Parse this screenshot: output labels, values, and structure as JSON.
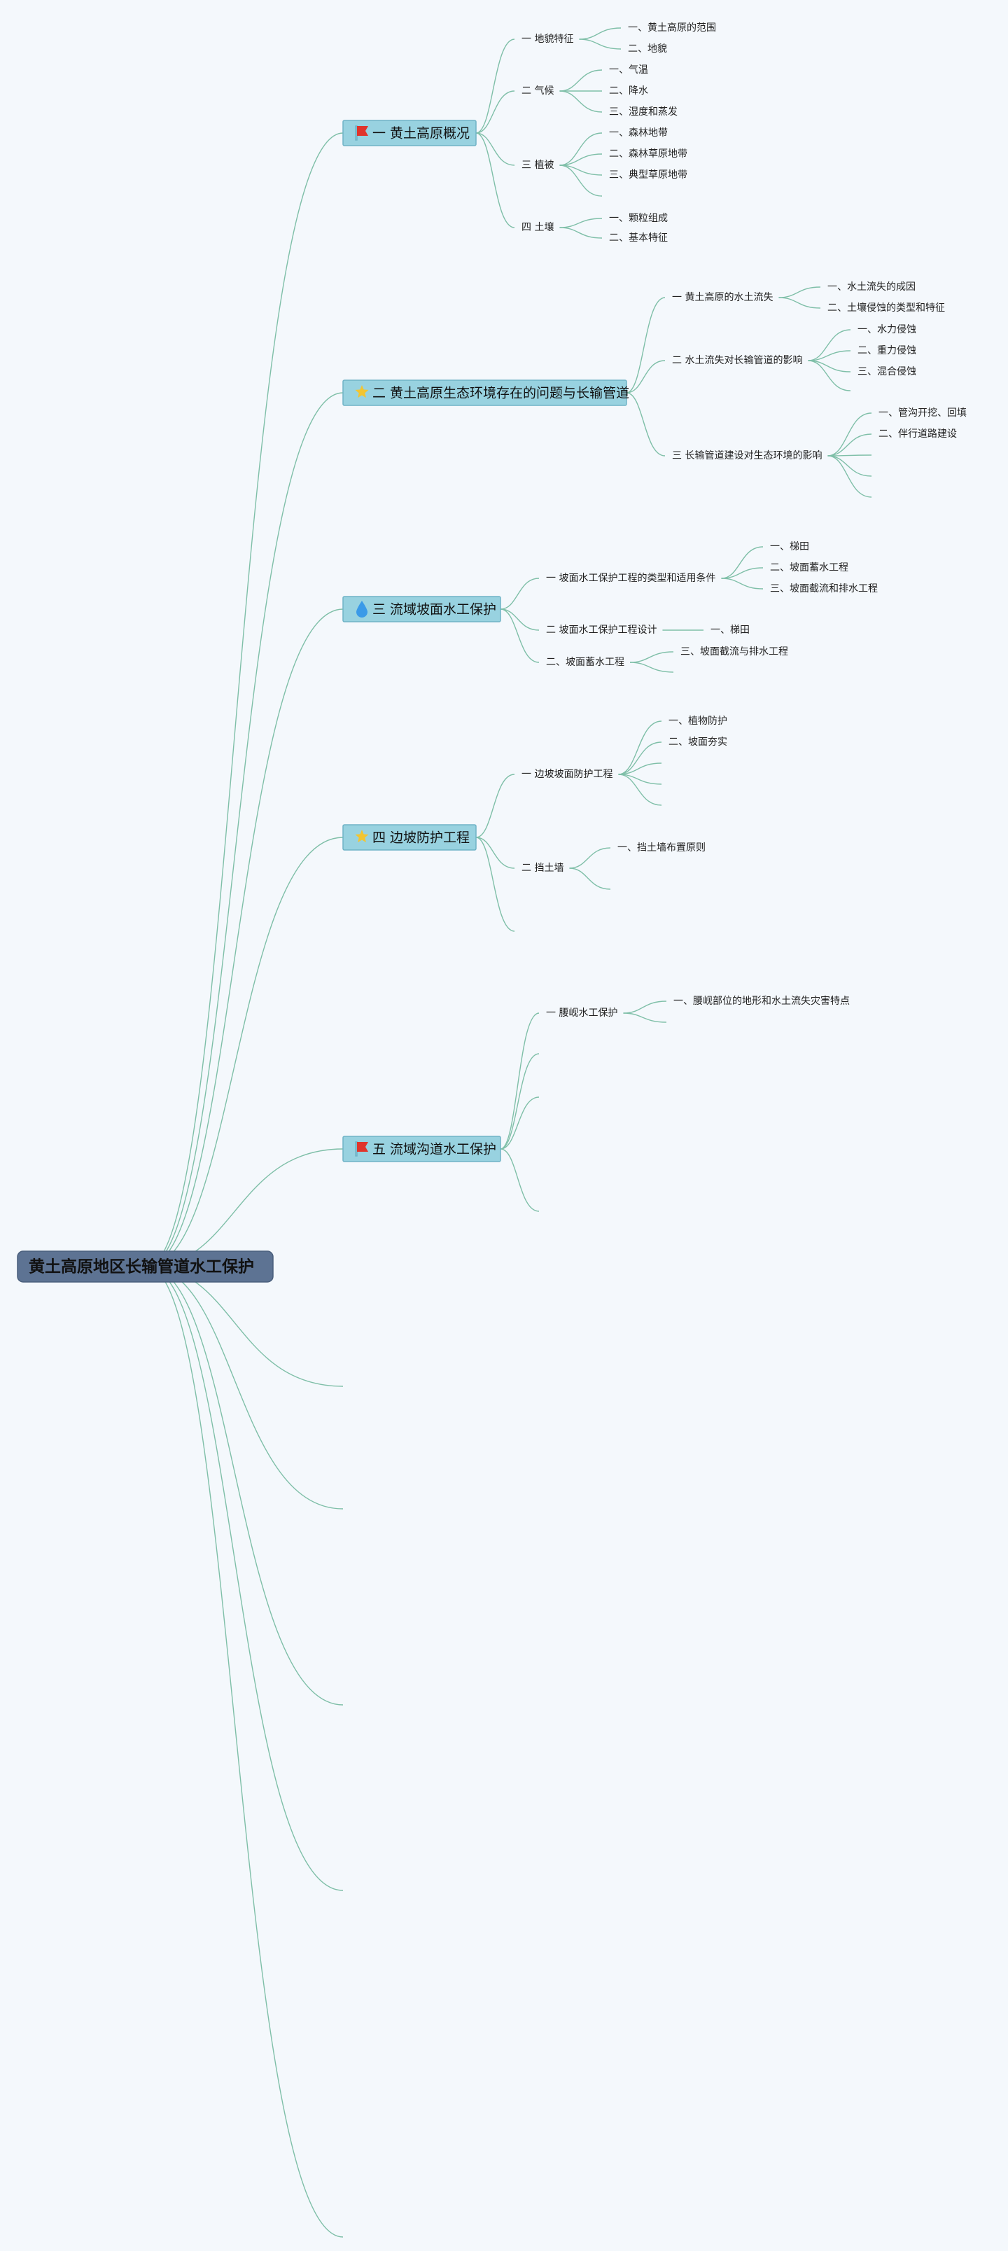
{
  "root": {
    "label": "黄土高原地区长输管道水工保护"
  },
  "icons": {
    "flag": "red-flag-icon",
    "star": "star-icon",
    "drop": "water-drop-icon",
    "flag_color": "#e0342b",
    "star_color": "#f2c531",
    "drop_color": "#3a9ae8"
  },
  "colors": {
    "background": "#f4f8fc",
    "link": "#7fbfa8",
    "root_fill": "#5d7393",
    "main_fill": "#98d2e0"
  },
  "topics": [
    {
      "label": "一 黄土高原概况",
      "icon": "flag",
      "children": [
        {
          "label": "一 地貌特征",
          "children": [
            "一、黄土高原的范围",
            "二、地貌"
          ]
        },
        {
          "label": "二 气候",
          "children": [
            "一、气温",
            "二、降水",
            "三、湿度和蒸发"
          ]
        },
        {
          "label": "三 植被",
          "children": [
            "一、森林地带",
            "二、森林草原地带",
            "三、典型草原地带",
            ""
          ]
        },
        {
          "label": "四 土壤",
          "children": [
            "一、颗粒组成",
            "二、基本特征"
          ]
        }
      ]
    },
    {
      "label": "二 黄土高原生态环境存在的问题与长输管道",
      "icon": "star",
      "children": [
        {
          "label": "一 黄土高原的水土流失",
          "children": [
            "一、水土流失的成因",
            "二、土壤侵蚀的类型和特征"
          ]
        },
        {
          "label": "二 水土流失对长输管道的影响",
          "children": [
            "一、水力侵蚀",
            "二、重力侵蚀",
            "三、混合侵蚀",
            ""
          ]
        },
        {
          "label": "三 长输管道建设对生态环境的影响",
          "children": [
            "一、管沟开挖、回填",
            "二、伴行道路建设",
            "",
            "",
            ""
          ]
        }
      ]
    },
    {
      "label": "三 流域坡面水工保护",
      "icon": "drop",
      "children": [
        {
          "label": "一 坡面水工保护工程的类型和适用条件",
          "children": [
            "一、梯田",
            "二、坡面蓄水工程",
            "三、坡面截流和排水工程"
          ]
        },
        {
          "label": "二 坡面水工保护工程设计",
          "children": [
            "一、梯田"
          ]
        },
        {
          "label": "二、坡面蓄水工程",
          "children": [
            "三、坡面截流与排水工程",
            ""
          ]
        }
      ]
    },
    {
      "label": "四 边坡防护工程",
      "icon": "star",
      "children": [
        {
          "label": "一 边坡坡面防护工程",
          "children": [
            "一、植物防护",
            "二、坡面夯实",
            "",
            "",
            ""
          ]
        },
        {
          "label": "二 挡土墙",
          "children": [
            "一、挡土墙布置原则",
            ""
          ]
        },
        {
          "label": "",
          "children": []
        }
      ]
    },
    {
      "label": "五 流域沟道水工保护",
      "icon": "flag",
      "children": [
        {
          "label": "一 腰岘水工保护",
          "children": [
            "一、腰岘部位的地形和水土流失灾害特点",
            ""
          ]
        },
        {
          "label": "",
          "children": []
        },
        {
          "label": "",
          "children": []
        },
        {
          "label": "",
          "children": []
        }
      ]
    },
    {
      "label": "",
      "children": []
    },
    {
      "label": "",
      "children": []
    },
    {
      "label": "",
      "children": []
    },
    {
      "label": "",
      "children": []
    },
    {
      "label": "",
      "children": []
    }
  ]
}
